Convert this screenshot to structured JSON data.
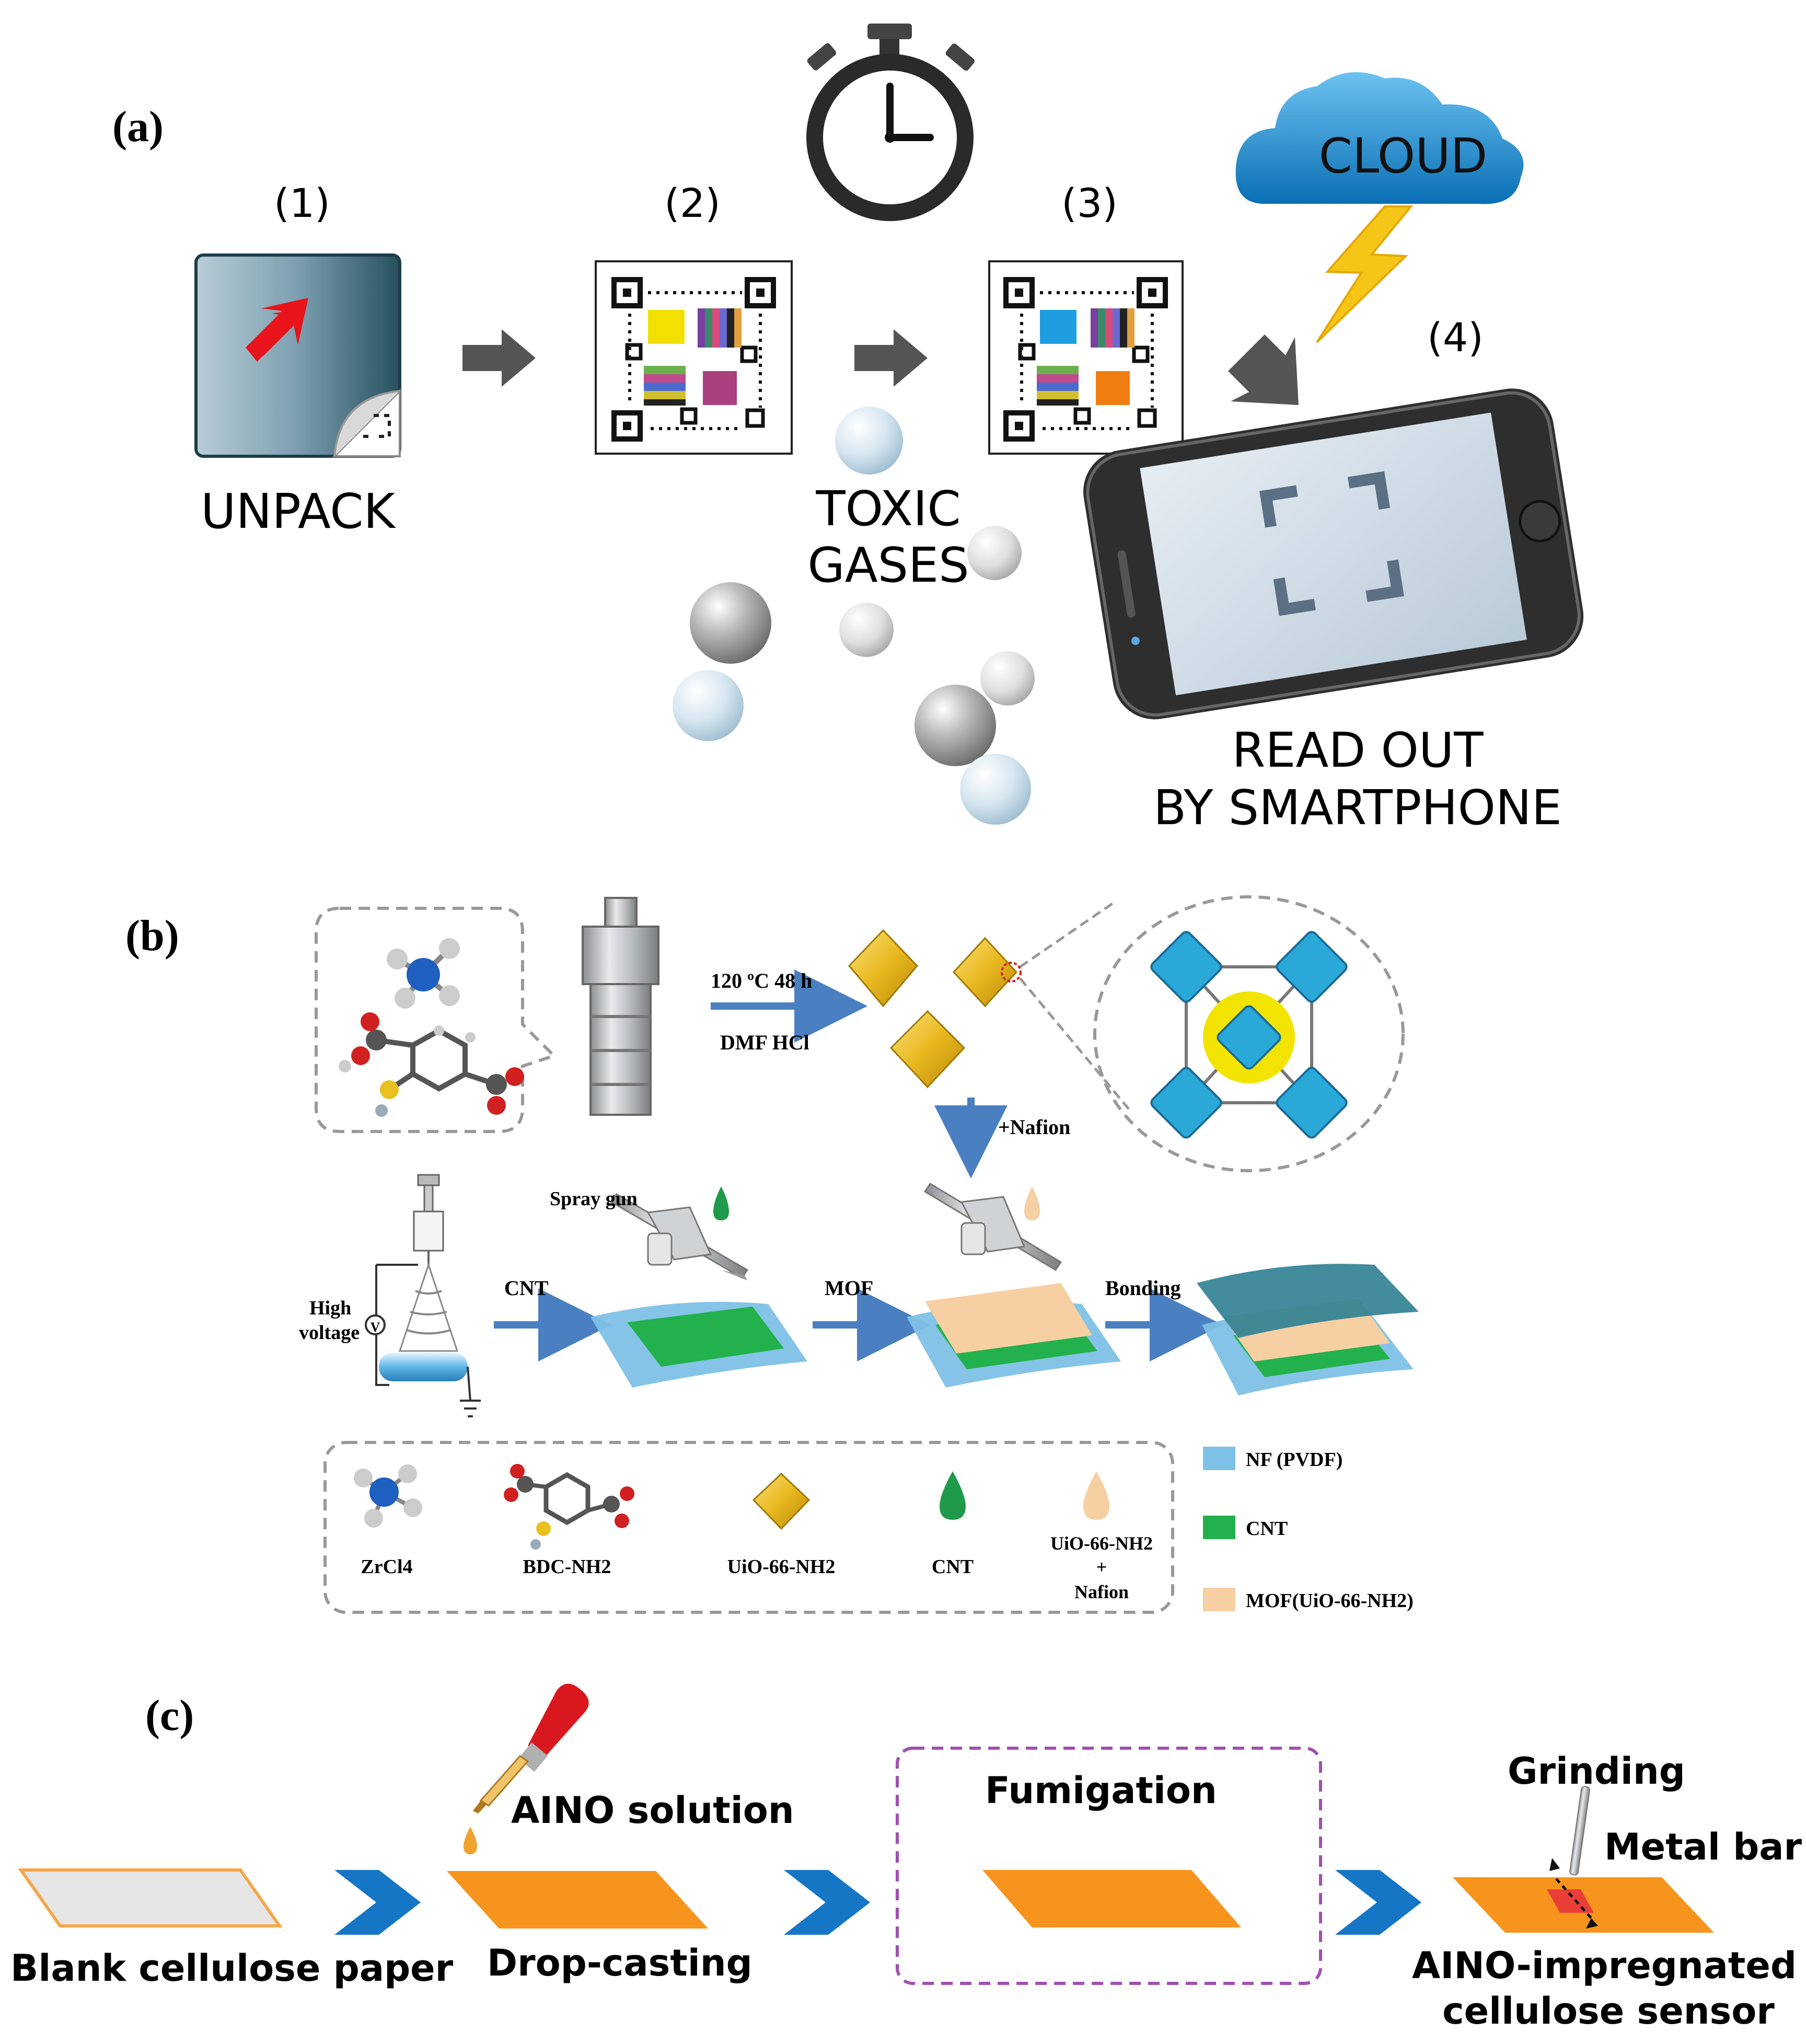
{
  "panel_a": {
    "label": "(a)",
    "steps": [
      {
        "number": "(1)",
        "caption": "UNPACK"
      },
      {
        "number": "(2)"
      },
      {
        "number": "(3)"
      },
      {
        "number": "(4)"
      }
    ],
    "gases_line1": "TOXIC",
    "gases_line2": "GASES",
    "cloud_label": "CLOUD",
    "readout_line1": "READ OUT",
    "readout_line2": "BY SMARTPHONE",
    "icons": [
      "unpack-sticker-icon",
      "qr-code-icon",
      "stopwatch-icon",
      "cloud-icon",
      "lightning-icon",
      "smartphone-icon",
      "gas-sphere-icon"
    ],
    "colors": {
      "sticker": "#2d5a6e",
      "arrow": "#555555",
      "cloud": "#1e88d0",
      "bolt": "#f5c518",
      "qr2_top": "#f2e000",
      "qr2_bottom": "#a8417e",
      "qr3_top": "#1e9ee0",
      "qr3_bottom": "#f07d10"
    }
  },
  "panel_b": {
    "label": "(b)",
    "synthesis_condition_1": "120 ºC  48 h",
    "synthesis_condition_2": "DMF HCl",
    "nafion_step": "+Nafion",
    "spray_gun": "Spray gun",
    "high_voltage_1": "High",
    "high_voltage_2": "voltage",
    "voltmeter": "V",
    "steps": [
      "CNT",
      "MOF",
      "Bonding"
    ],
    "legend_left": [
      {
        "label": "ZrCl4"
      },
      {
        "label": "BDC-NH2"
      },
      {
        "label": "UiO-66-NH2"
      },
      {
        "label": "CNT"
      },
      {
        "label_1": "UiO-66-NH2",
        "label_2": "+",
        "label_3": "Nafion"
      }
    ],
    "legend_right": [
      {
        "label": "NF (PVDF)",
        "color": "#7ec1e6"
      },
      {
        "label": "CNT",
        "color": "#22b14c"
      },
      {
        "label": "MOF(UiO-66-NH2)",
        "color": "#f6cfa3"
      }
    ],
    "icons": [
      "molecule-zrcl4-icon",
      "molecule-bdc-nh2-icon",
      "autoclave-icon",
      "octahedron-crystal-icon",
      "mof-framework-icon",
      "syringe-icon",
      "spray-gun-icon",
      "droplet-icon",
      "membrane-layer-icon"
    ]
  },
  "panel_c": {
    "label": "(c)",
    "stages": [
      "Blank cellulose paper",
      "Drop-casting",
      "Fumigation",
      "AINO-impregnated",
      "cellulose sensor"
    ],
    "aino_solution": "AINO solution",
    "grinding": "Grinding",
    "metal_bar": "Metal bar",
    "icons": [
      "paper-sheet-icon",
      "dropper-icon",
      "chevron-right-icon",
      "metal-bar-icon"
    ],
    "colors": {
      "blank": "#e6e6e6",
      "paper": "#f7941d",
      "chevron": "#1576c6",
      "dashed_box": "#a050b0"
    }
  }
}
